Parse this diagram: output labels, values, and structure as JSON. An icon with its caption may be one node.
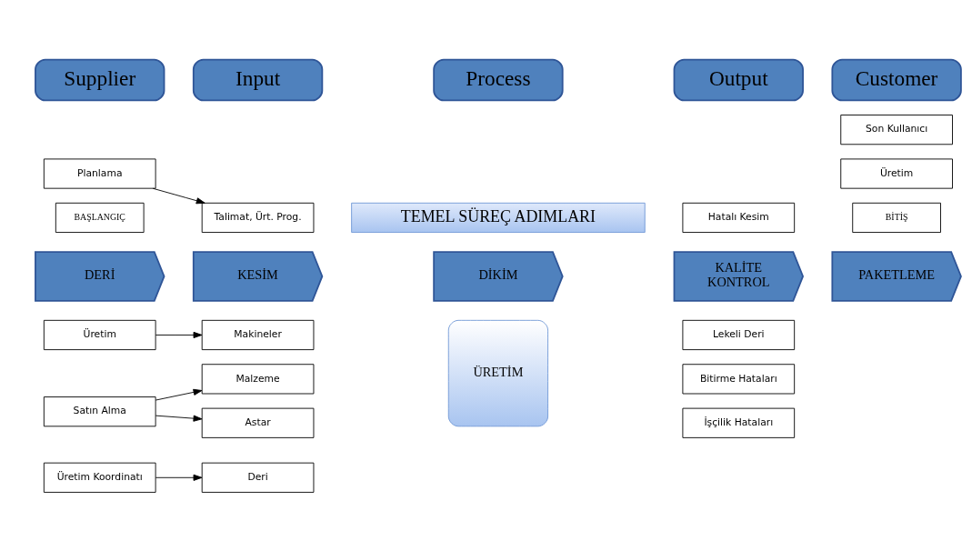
{
  "diagram": {
    "nodes": [
      {
        "text": [
          "Supplier"
        ]
      },
      {
        "text": [
          "Input"
        ]
      },
      {
        "text": [
          "Process"
        ]
      },
      {
        "text": [
          "Output"
        ]
      },
      {
        "text": [
          "Customer"
        ]
      },
      {
        "text": [
          "Üretim Koordinatı"
        ]
      },
      {
        "text": [
          "Satın Alma"
        ]
      },
      {
        "text": [
          "Üretim"
        ]
      },
      {
        "text": [
          "Planlama"
        ]
      },
      {
        "text": [
          "Deri"
        ]
      },
      {
        "text": [
          "Malzeme"
        ]
      },
      {
        "text": [
          "Astar"
        ]
      },
      {
        "text": [
          "Makineler"
        ]
      },
      {
        "text": [
          "Talimat, Ürt. Prog."
        ]
      },
      {
        "text": [
          "ÜRETİM"
        ]
      },
      {
        "text": [
          "İşçilik Hataları"
        ]
      },
      {
        "text": [
          "Bitirme Hataları"
        ]
      },
      {
        "text": [
          "Lekeli Deri"
        ]
      },
      {
        "text": [
          "Hatalı Kesim"
        ]
      },
      {
        "text": [
          "Son Kullanıcı"
        ]
      },
      {
        "text": [
          "Üretim"
        ]
      },
      {
        "text": [
          "TEMEL SÜREÇ ADIMLARI"
        ]
      },
      {
        "text": [
          "BAŞLANGIÇ"
        ]
      },
      {
        "text": [
          "BİTİŞ"
        ]
      },
      {
        "text": [
          "DERİ"
        ]
      },
      {
        "text": [
          "KESİM"
        ]
      },
      {
        "text": [
          "DİKİM"
        ]
      },
      {
        "text": [
          "KALİTE KONTROL"
        ]
      },
      {
        "text": [
          "PAKETLEME"
        ]
      }
    ],
    "edges": [
      {
        "from": 5,
        "to": 9,
        "arrow": "to"
      },
      {
        "from": 6,
        "to": 10,
        "arrow": "to"
      },
      {
        "from": 6,
        "to": 11,
        "arrow": "to"
      },
      {
        "from": 7,
        "to": 12,
        "arrow": "to"
      },
      {
        "from": 8,
        "to": 13,
        "arrow": "to"
      }
    ]
  }
}
